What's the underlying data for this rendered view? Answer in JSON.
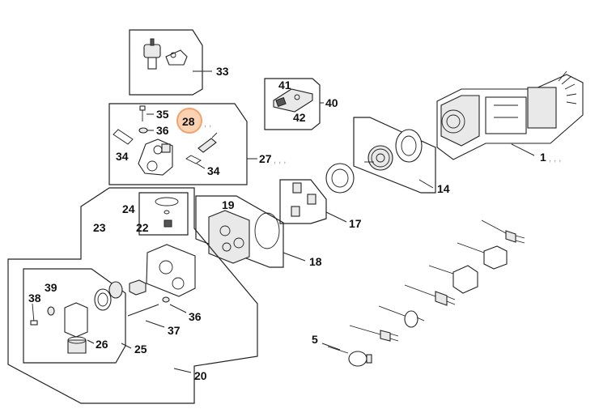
{
  "diagram": {
    "callouts": {
      "c1": "1",
      "c5": "5",
      "c14": "14",
      "c17": "17",
      "c18": "18",
      "c19": "19",
      "c20": "20",
      "c22": "22",
      "c23": "23",
      "c24": "24",
      "c25": "25",
      "c26": "26",
      "c27": "27",
      "c28": "28",
      "c33": "33",
      "c34a": "34",
      "c34b": "34",
      "c35": "35",
      "c36a": "36",
      "c36b": "36",
      "c37": "37",
      "c38": "38",
      "c39": "39",
      "c40": "40",
      "c41": "41",
      "c42": "42"
    },
    "highlight": {
      "callout": "28",
      "color": "#f2a36b",
      "fill": "#fbd3b4"
    }
  }
}
